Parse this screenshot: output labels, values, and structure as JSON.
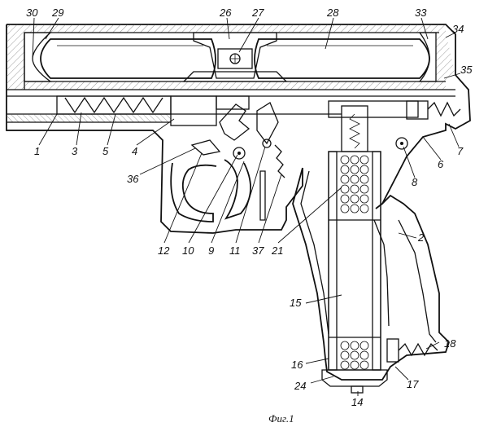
{
  "figure": {
    "caption": "Фиг.1",
    "callouts": [
      "30",
      "29",
      "26",
      "27",
      "28",
      "33",
      "34",
      "35",
      "1",
      "3",
      "5",
      "4",
      "7",
      "6",
      "8",
      "36",
      "12",
      "10",
      "9",
      "11",
      "37",
      "21",
      "2",
      "15",
      "18",
      "16",
      "24",
      "14",
      "17"
    ]
  }
}
